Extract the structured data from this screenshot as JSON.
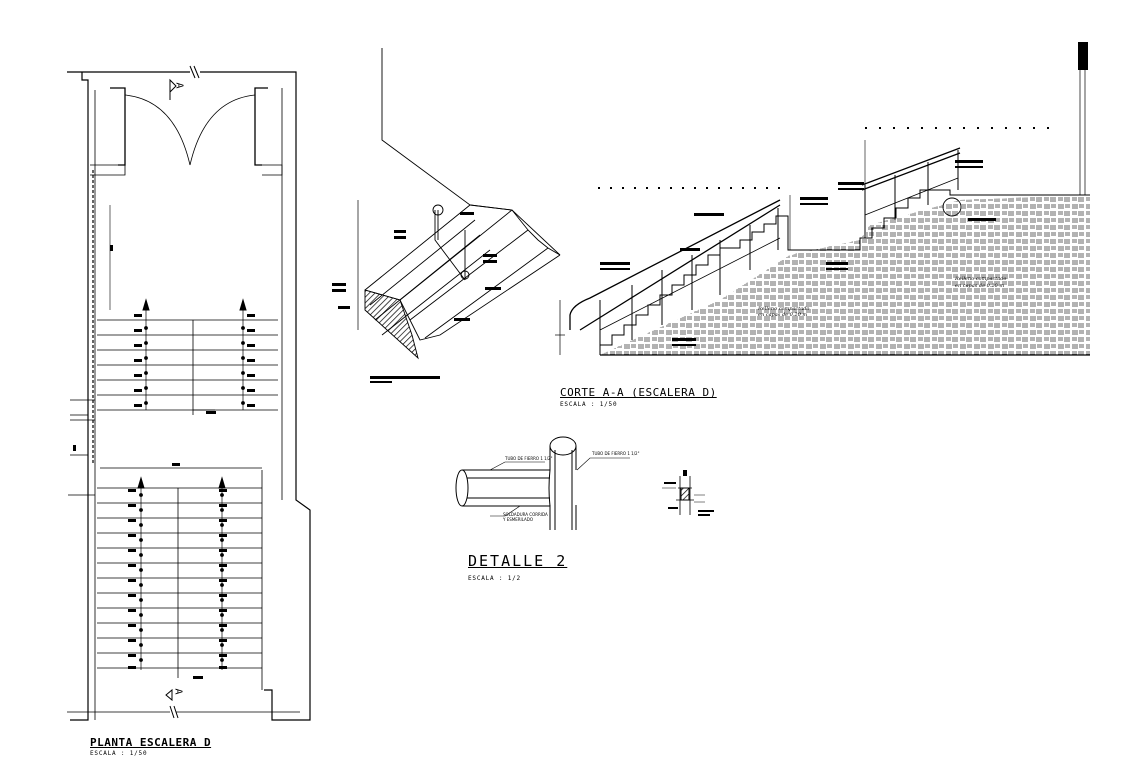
{
  "drawing": {
    "planta": {
      "title": "PLANTA ESCALERA D",
      "scale": "ESCALA : 1/50",
      "section_mark": "A"
    },
    "corte": {
      "title": "CORTE A-A (ESCALERA D)",
      "scale": "ESCALA : 1/50",
      "note_left": [
        "Relleno compactado",
        "en capas de 0.20 m"
      ],
      "note_right": [
        "Relleno compactado",
        "en capas de 0.20 m"
      ]
    },
    "detalle": {
      "title": "DETALLE 2",
      "scale": "ESCALA : 1/2",
      "tube_label_1": "TUBO DE FIERRO 1 1/2\"",
      "tube_label_2": "TUBO DE FIERRO 1 1/2\"",
      "weld_label": [
        "SOLDADURA CORRIDA",
        "Y ESMERILADO"
      ]
    }
  },
  "colors": {
    "line": "#000000",
    "background": "#ffffff"
  }
}
